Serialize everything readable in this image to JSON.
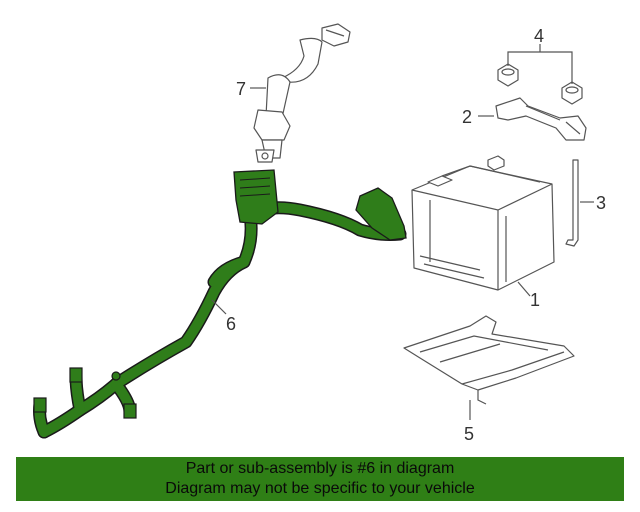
{
  "diagram": {
    "callouts": [
      "1",
      "2",
      "3",
      "4",
      "5",
      "6",
      "7"
    ]
  },
  "banner": {
    "line1": "Part or sub-assembly is #6 in diagram",
    "line2": "Diagram may not be specific to your vehicle",
    "color": "#2f7f16"
  },
  "colors": {
    "highlight_part": "#2f7d1a",
    "linework": "#555555"
  }
}
